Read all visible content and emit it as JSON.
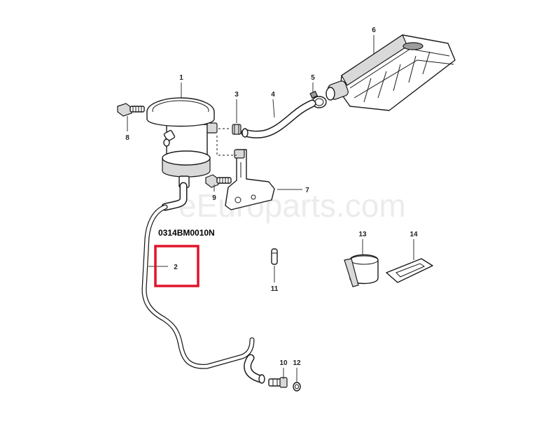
{
  "diagram": {
    "code_label": "0314BM0010N",
    "watermark": "eEuroparts.com",
    "highlight_color": "#e0142a",
    "callouts": [
      "1",
      "2",
      "3",
      "4",
      "5",
      "6",
      "7",
      "8",
      "9",
      "10",
      "11",
      "12",
      "13",
      "14"
    ],
    "highlighted_callout": "2"
  }
}
